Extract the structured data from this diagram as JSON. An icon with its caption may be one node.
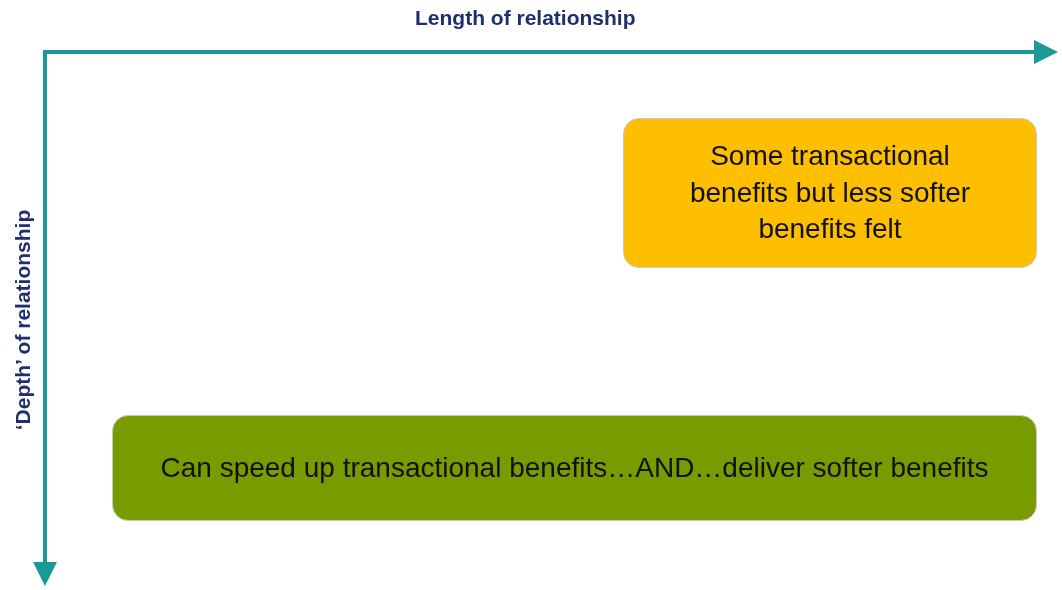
{
  "diagram": {
    "nodes": [
      {
        "text": [
          "Some transactional benefits but less softer benefits felt"
        ]
      },
      {
        "text": [
          "Can speed up transactional benefits…AND…deliver softer benefits"
        ]
      }
    ],
    "labels": [
      "Length of relationship",
      "‘Depth’ of relationship"
    ]
  }
}
